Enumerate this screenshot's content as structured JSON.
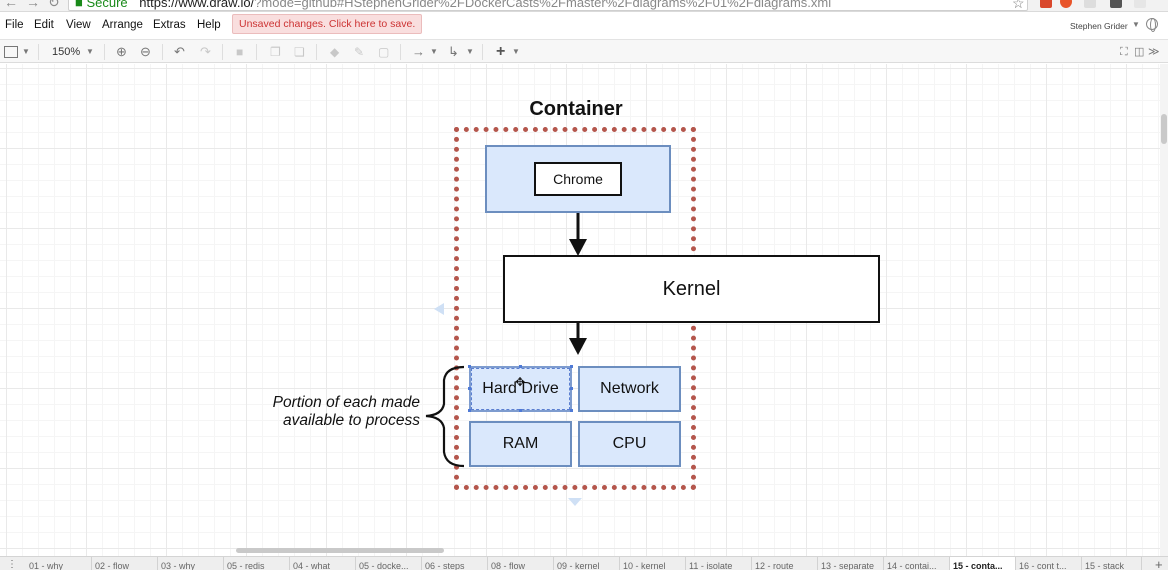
{
  "browser": {
    "secure_label": "Secure",
    "url_host": "https://www.draw.io/",
    "url_rest": "?mode=github#HStephenGrider%2FDockerCasts%2Fmaster%2Fdiagrams%2F01%2Fdiagrams.xml"
  },
  "menubar": {
    "items": [
      "File",
      "Edit",
      "View",
      "Arrange",
      "Extras",
      "Help"
    ],
    "save_notice": "Unsaved changes. Click here to save.",
    "user_name": "Stephen Grider"
  },
  "toolbar": {
    "zoom": "150%"
  },
  "diagram": {
    "title": "Container",
    "chrome_label": "Chrome",
    "kernel_label": "Kernel",
    "hard_drive_label": "Hard Drive",
    "network_label": "Network",
    "ram_label": "RAM",
    "cpu_label": "CPU",
    "portion_text": "Portion of each made available to process"
  },
  "page_tabs": [
    "01 - why",
    "02 - flow",
    "03 - why",
    "05 - redis",
    "04 - what",
    "05 - docke...",
    "06 - steps",
    "08 - flow",
    "09 - kernel",
    "10 - kernel",
    "11 - isolate",
    "12 - route",
    "13 - separate",
    "14 - contai...",
    "15 - conta...",
    "16 - cont t...",
    "15 - stack"
  ],
  "active_tab": "15 - conta..."
}
